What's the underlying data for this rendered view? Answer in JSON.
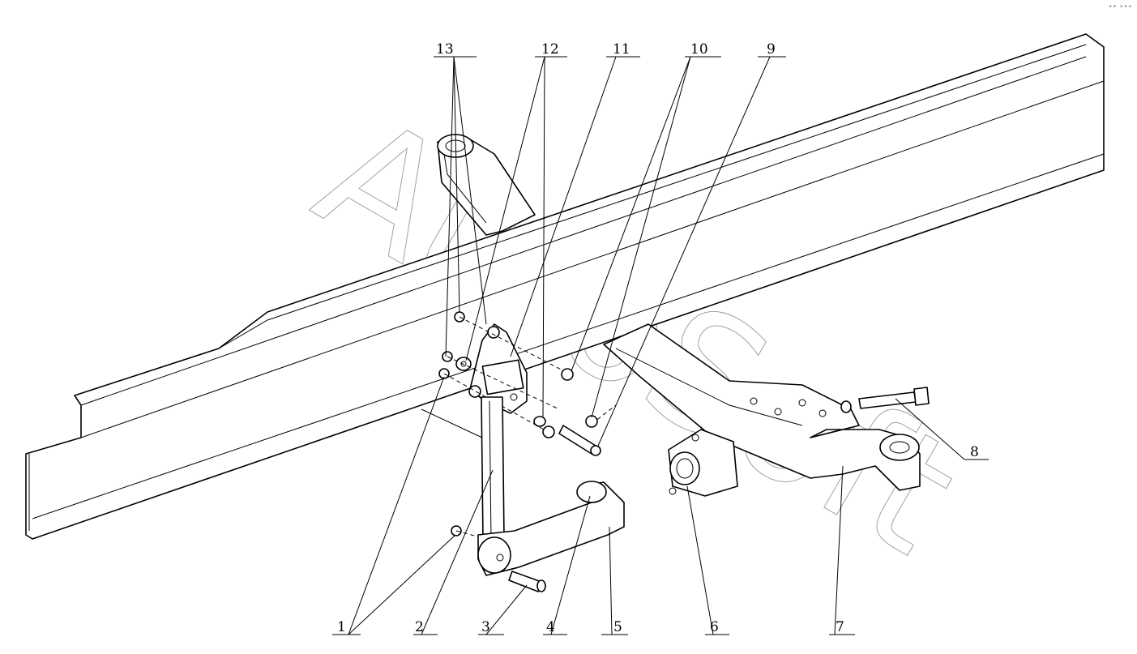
{
  "watermark": "AutoSoft",
  "corner_mark": "•• •••",
  "callouts": {
    "c1": "1",
    "c2": "2",
    "c3": "3",
    "c4": "4",
    "c5": "5",
    "c6": "6",
    "c7": "7",
    "c8": "8",
    "c9": "9",
    "c10": "10",
    "c11": "11",
    "c12": "12",
    "c13": "13"
  }
}
